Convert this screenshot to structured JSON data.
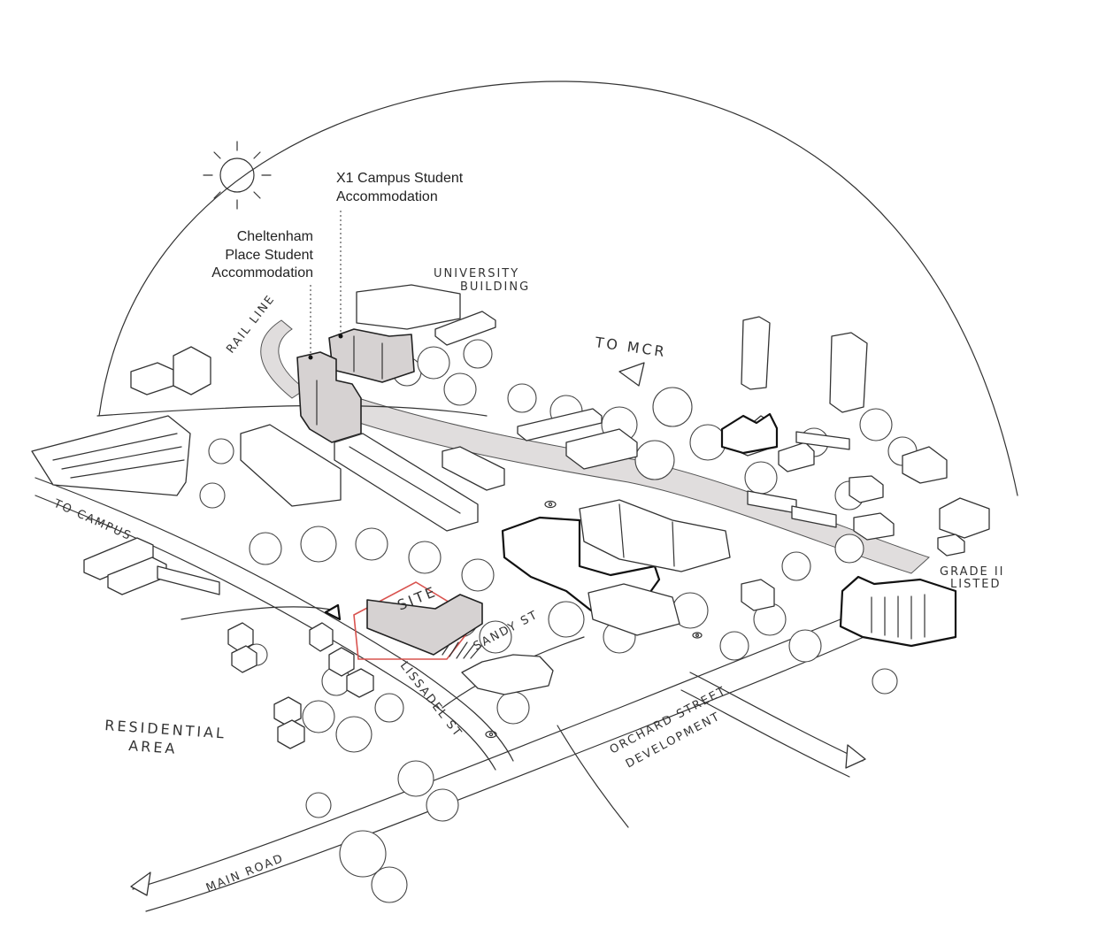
{
  "labels": {
    "x1_campus": [
      "X1 Campus Student",
      "Accommodation"
    ],
    "cheltenham": [
      "Cheltenham",
      "Place Student",
      "Accommodation"
    ],
    "university_building": [
      "UNIVERSITY",
      "BUILDING"
    ],
    "rail_line": "RAIL LINE",
    "to_mcr": "TO MCR",
    "to_campus": "TO CAMPUS",
    "site": "SITE",
    "sandy_st": "SANDY ST",
    "lissadel_st": "LISSADEL ST",
    "residential_area": [
      "RESIDENTIAL",
      "AREA"
    ],
    "orchard_street": [
      "ORCHARD STREET",
      "DEVELOPMENT"
    ],
    "main_road": "MAIN ROAD",
    "grade_listed": [
      "GRADE II",
      "LISTED"
    ]
  },
  "colors": {
    "ink": "#222222",
    "site_outline": "#d9534f",
    "highlight_fill": "#d6d2d2",
    "rail_corridor": "#e0dddd"
  },
  "icons": [
    "sun-icon",
    "eye-icon",
    "arrow-icon"
  ]
}
